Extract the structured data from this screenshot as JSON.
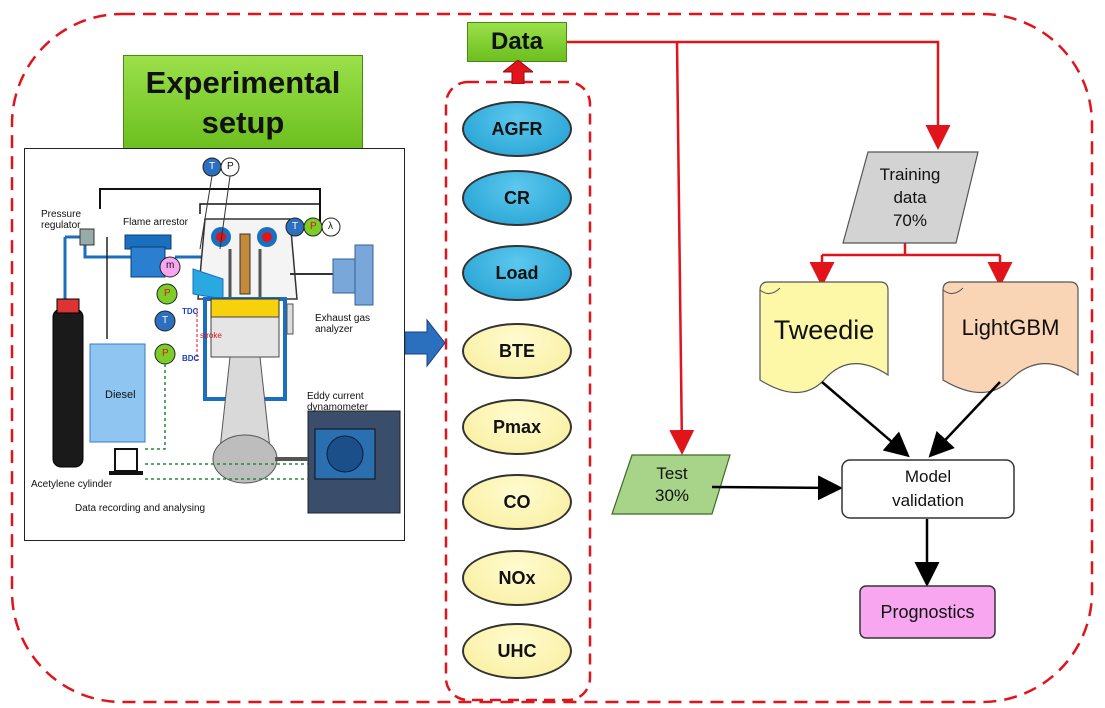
{
  "title": {
    "text": "Experimental\nsetup"
  },
  "data_box": {
    "label": "Data"
  },
  "ellipses": [
    {
      "label": "AGFR",
      "kind": "blue"
    },
    {
      "label": "CR",
      "kind": "blue"
    },
    {
      "label": "Load",
      "kind": "blue"
    },
    {
      "label": "BTE",
      "kind": "yellow"
    },
    {
      "label": "Pmax",
      "kind": "yellow"
    },
    {
      "label": "CO",
      "kind": "yellow"
    },
    {
      "label": "NOx",
      "kind": "yellow"
    },
    {
      "label": "UHC",
      "kind": "yellow"
    }
  ],
  "setup_labels": {
    "pressure_regulator": "Pressure\nregulator",
    "flame_arrestor": "Flame arrestor",
    "exhaust_gas_analyzer": "Exhaust gas\nanalyzer",
    "eddy_current": "Eddy current dynamometer",
    "diesel": "Diesel",
    "acetylene": "Acetylene cylinder",
    "data_recording": "Data recording and analysing",
    "tdc": "TDC",
    "bdc": "BDC",
    "stroke": "stroke",
    "sensor_t": "T",
    "sensor_p": "P",
    "sensor_m": "m",
    "sensor_lambda": "λ"
  },
  "flow": {
    "training": "Training\ndata\n70%",
    "test": "Test\n30%",
    "tweedie": "Tweedie",
    "lightgbm": "LightGBM",
    "validation": "Model\nvalidation",
    "prognostics": "Prognostics"
  },
  "colors": {
    "border_dash": "#e0141a",
    "arrow_red": "#e0141a",
    "green": "#7ccd2a",
    "blue_ellipse": "#29a8dc",
    "yellow_ellipse": "#fbf3a8",
    "tweedie": "#fdf7a8",
    "lightgbm": "#fad5b5",
    "prognostics": "#f7a6ef",
    "training": "#d3d3d3",
    "test": "#a8d48a"
  }
}
